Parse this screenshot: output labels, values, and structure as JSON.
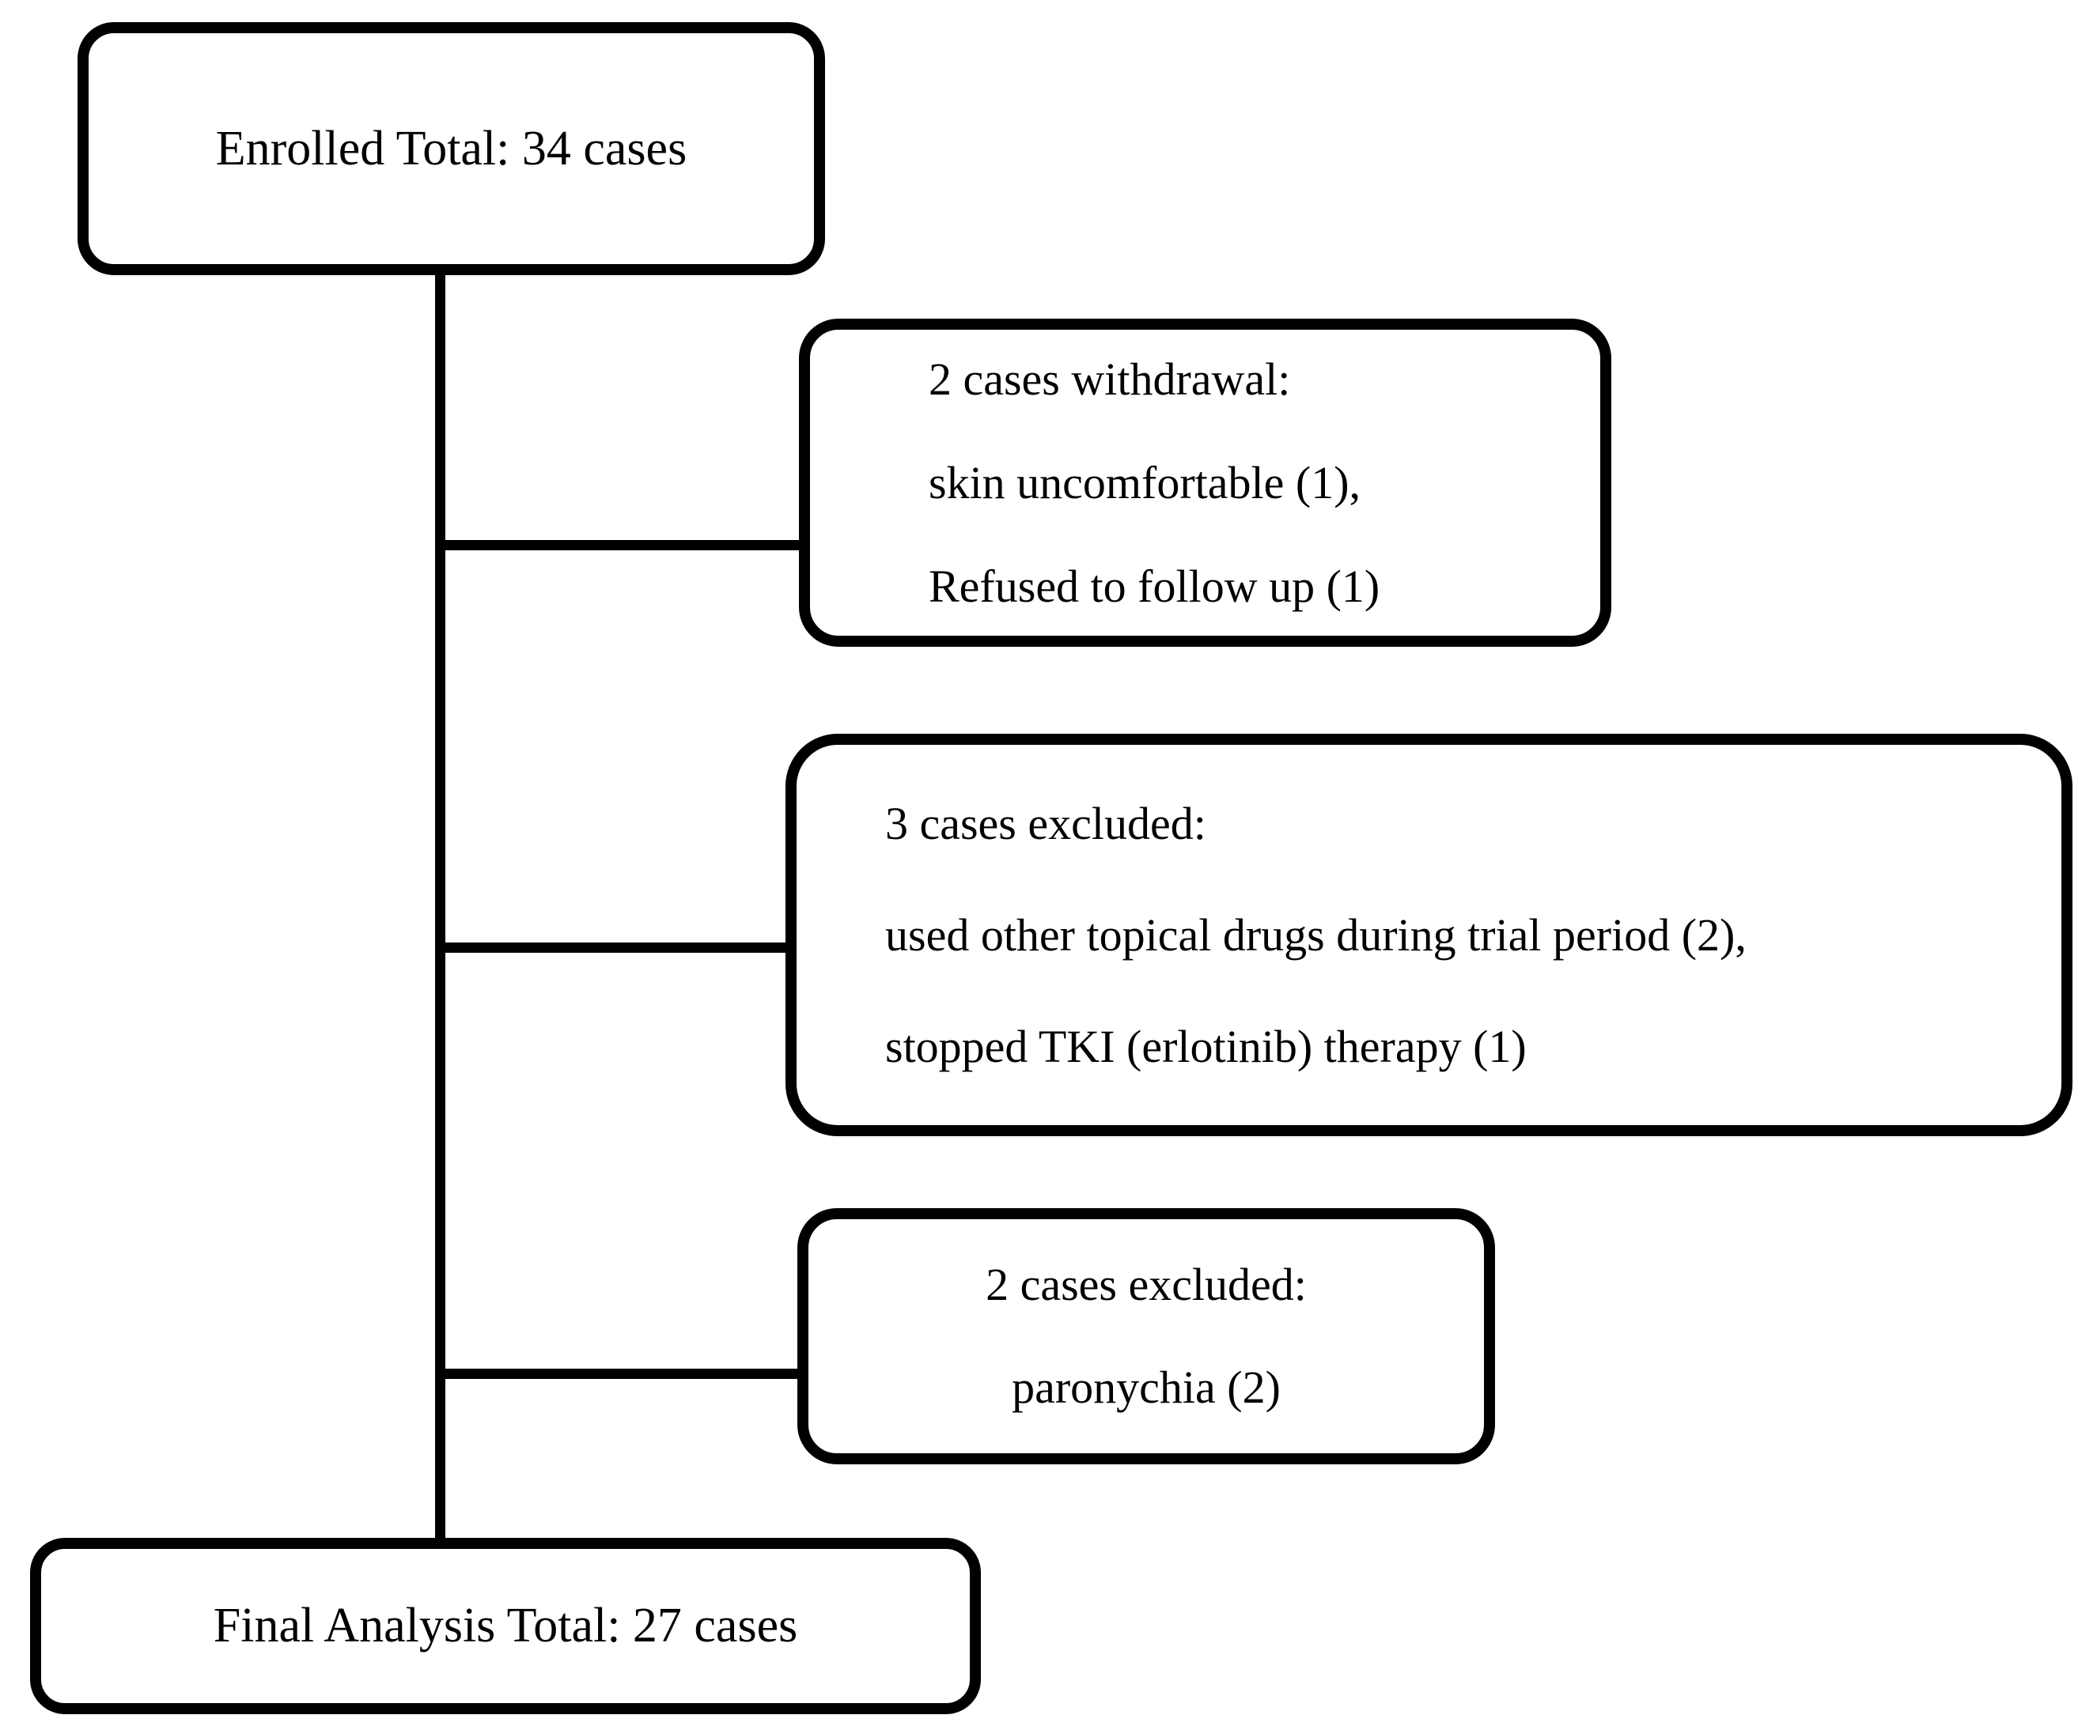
{
  "figure": {
    "background_color": "#ffffff",
    "line_color": "#000000",
    "type": "patient-flow-diagram"
  },
  "flowchart": {
    "boxes": {
      "enrolled": {
        "lines": [
          "Enrolled Total: 34 cases"
        ]
      },
      "withdrawal": {
        "lines": [
          "2 cases withdrawal:",
          "skin uncomfortable (1),",
          "Refused to follow up (1)"
        ]
      },
      "excluded_trial": {
        "lines": [
          "3 cases excluded:",
          "used other topical drugs during trial period (2),",
          "stopped TKI (erlotinib) therapy (1)"
        ]
      },
      "excluded_paronychia": {
        "lines": [
          "2 cases excluded:",
          "paronychia (2)"
        ]
      },
      "final": {
        "lines": [
          "Final Analysis Total: 27 cases"
        ]
      }
    }
  }
}
